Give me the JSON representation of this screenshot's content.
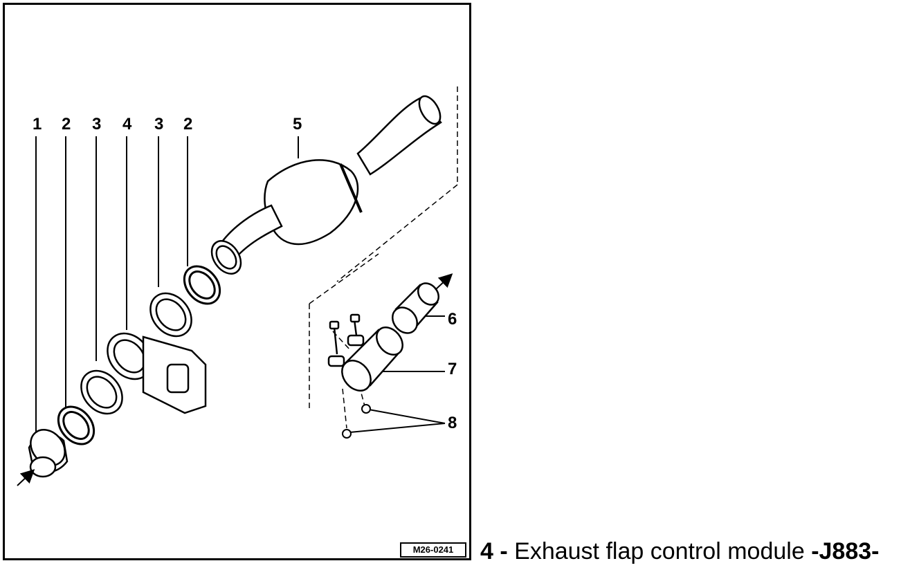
{
  "figure": {
    "code": "M26-0241",
    "callouts": [
      "1",
      "2",
      "3",
      "4",
      "3",
      "2",
      "5",
      "6",
      "7",
      "8"
    ]
  },
  "caption": {
    "number": "4",
    "separator": "-",
    "text": "Exhaust flap control module",
    "part_code": "-J883-"
  }
}
